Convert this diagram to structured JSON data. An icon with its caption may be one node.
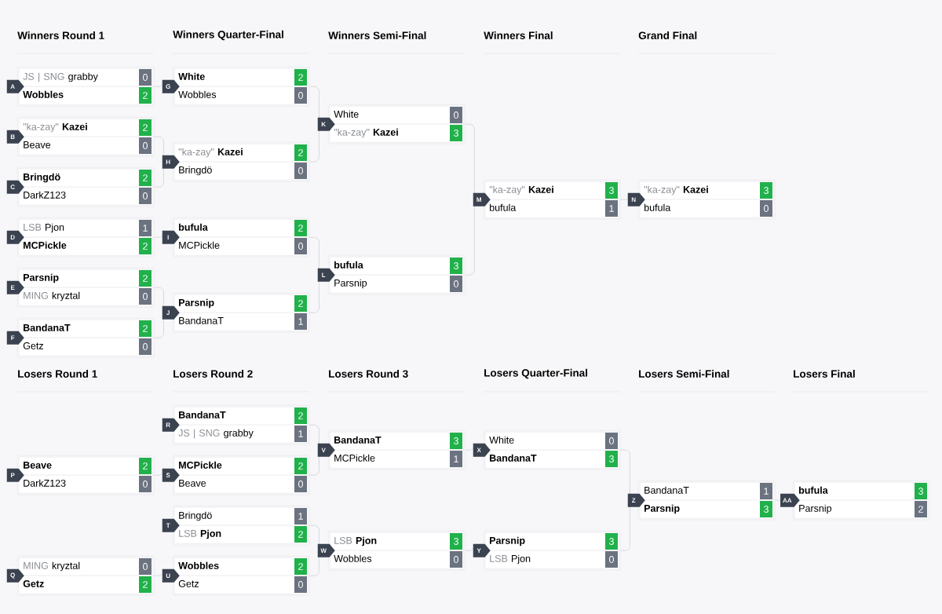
{
  "diagram": {
    "nodes": [
      {
        "text": [],
        "shape": "box",
        "beside": [
          "A"
        ]
      },
      {
        "text": [
          "JS | SNG",
          "grabby",
          "0"
        ],
        "in": 0
      },
      {
        "text": [
          "Wobbles",
          "2"
        ],
        "in": 0
      },
      {
        "text": [],
        "shape": "box",
        "beside": [
          "B"
        ]
      },
      {
        "text": [
          "\"ka-zay\"",
          "Kazei",
          "2"
        ],
        "in": 3
      },
      {
        "text": [
          "Beave",
          "0"
        ],
        "in": 3
      },
      {
        "text": [],
        "shape": "box",
        "beside": [
          "C"
        ]
      },
      {
        "text": [
          "Bringdö",
          "2"
        ],
        "in": 6
      },
      {
        "text": [
          "DarkZ123",
          "0"
        ],
        "in": 6
      },
      {
        "text": [],
        "shape": "box",
        "beside": [
          "D"
        ]
      },
      {
        "text": [
          "LSB",
          "Pjon",
          "1"
        ],
        "in": 9
      },
      {
        "text": [
          "MCPickle",
          "2"
        ],
        "in": 9
      },
      {
        "text": [],
        "shape": "box",
        "beside": [
          "E"
        ]
      },
      {
        "text": [
          "Parsnip",
          "2"
        ],
        "in": 12
      },
      {
        "text": [
          "MING",
          "kryztal",
          "0"
        ],
        "in": 12
      },
      {
        "text": [],
        "shape": "box",
        "beside": [
          "F"
        ]
      },
      {
        "text": [
          "BandanaT",
          "2"
        ],
        "in": 15
      },
      {
        "text": [
          "Getz",
          "0"
        ],
        "in": 15
      },
      {
        "text": [],
        "shape": "box",
        "beside": [
          "G"
        ]
      },
      {
        "text": [
          "White",
          "2"
        ],
        "in": 18
      },
      {
        "text": [
          "Wobbles",
          "0"
        ],
        "in": 18
      },
      {
        "text": [],
        "shape": "box",
        "beside": [
          "H"
        ]
      },
      {
        "text": [
          "\"ka-zay\"",
          "Kazei",
          "2"
        ],
        "in": 21
      },
      {
        "text": [
          "Bringdö",
          "0"
        ],
        "in": 21
      },
      {
        "text": [],
        "shape": "box",
        "beside": [
          "I"
        ]
      },
      {
        "text": [
          "bufula",
          "2"
        ],
        "in": 24
      },
      {
        "text": [
          "MCPickle",
          "0"
        ],
        "in": 24
      },
      {
        "text": [],
        "shape": "box",
        "beside": [
          "J"
        ]
      },
      {
        "text": [
          "Parsnip",
          "2"
        ],
        "in": 27
      },
      {
        "text": [
          "BandanaT",
          "1"
        ],
        "in": 27
      },
      {
        "text": [],
        "shape": "box",
        "beside": [
          "K"
        ]
      },
      {
        "text": [
          "White",
          "0"
        ],
        "in": 30
      },
      {
        "text": [
          "\"ka-zay\"",
          "Kazei",
          "3"
        ],
        "in": 30
      },
      {
        "text": [],
        "shape": "box",
        "beside": [
          "L"
        ]
      },
      {
        "text": [
          "bufula",
          "3"
        ],
        "in": 33
      },
      {
        "text": [
          "Parsnip",
          "0"
        ],
        "in": 33
      },
      {
        "text": [],
        "shape": "box",
        "beside": [
          "M"
        ]
      },
      {
        "text": [
          "\"ka-zay\"",
          "Kazei",
          "3"
        ],
        "in": 36
      },
      {
        "text": [
          "bufula",
          "1"
        ],
        "in": 36
      },
      {
        "text": [],
        "shape": "box",
        "beside": [
          "N"
        ]
      },
      {
        "text": [
          "\"ka-zay\"",
          "Kazei",
          "3"
        ],
        "in": 39
      },
      {
        "text": [
          "bufula",
          "0"
        ],
        "in": 39
      },
      {
        "text": [],
        "shape": "box",
        "beside": [
          "P"
        ]
      },
      {
        "text": [
          "Beave",
          "2"
        ],
        "in": 42
      },
      {
        "text": [
          "DarkZ123",
          "0"
        ],
        "in": 42
      },
      {
        "text": [],
        "shape": "box",
        "beside": [
          "Q"
        ]
      },
      {
        "text": [
          "MING",
          "kryztal",
          "0"
        ],
        "in": 45
      },
      {
        "text": [
          "Getz",
          "2"
        ],
        "in": 45
      },
      {
        "text": [],
        "shape": "box",
        "beside": [
          "R"
        ]
      },
      {
        "text": [
          "BandanaT",
          "2"
        ],
        "in": 48
      },
      {
        "text": [
          "JS | SNG",
          "grabby",
          "1"
        ],
        "in": 48
      },
      {
        "text": [],
        "shape": "box",
        "beside": [
          "S"
        ]
      },
      {
        "text": [
          "MCPickle",
          "2"
        ],
        "in": 51
      },
      {
        "text": [
          "Beave",
          "0"
        ],
        "in": 51
      },
      {
        "text": [],
        "shape": "box",
        "beside": [
          "T"
        ]
      },
      {
        "text": [
          "Bringdö",
          "1"
        ],
        "in": 54
      },
      {
        "text": [
          "LSB",
          "Pjon",
          "2"
        ],
        "in": 54
      },
      {
        "text": [],
        "shape": "box",
        "beside": [
          "U"
        ]
      },
      {
        "text": [
          "Wobbles",
          "2"
        ],
        "in": 57
      },
      {
        "text": [
          "Getz",
          "0"
        ],
        "in": 57
      },
      {
        "text": [],
        "shape": "box",
        "beside": [
          "V"
        ]
      },
      {
        "text": [
          "BandanaT",
          "3"
        ],
        "in": 60
      },
      {
        "text": [
          "MCPickle",
          "1"
        ],
        "in": 60
      },
      {
        "text": [],
        "shape": "box",
        "beside": [
          "W"
        ]
      },
      {
        "text": [
          "LSB",
          "Pjon",
          "3"
        ],
        "in": 63
      },
      {
        "text": [
          "Wobbles",
          "0"
        ],
        "in": 63
      },
      {
        "text": [],
        "shape": "box",
        "beside": [
          "X"
        ]
      },
      {
        "text": [
          "White",
          "0"
        ],
        "in": 66
      },
      {
        "text": [
          "BandanaT",
          "3"
        ],
        "in": 66
      },
      {
        "text": [],
        "shape": "box",
        "beside": [
          "Y"
        ]
      },
      {
        "text": [
          "Parsnip",
          "3"
        ],
        "in": 69
      },
      {
        "text": [
          "LSB",
          "Pjon",
          "0"
        ],
        "in": 69
      },
      {
        "text": [],
        "shape": "box",
        "beside": [
          "Z"
        ]
      },
      {
        "text": [
          "BandanaT",
          "1"
        ],
        "in": 72
      },
      {
        "text": [
          "Parsnip",
          "3"
        ],
        "in": 72
      },
      {
        "text": [],
        "shape": "box",
        "beside": [
          "AA"
        ]
      },
      {
        "text": [
          "bufula",
          "3"
        ],
        "in": 75
      },
      {
        "text": [
          "Parsnip",
          "2"
        ],
        "in": 75
      }
    ],
    "edges": [
      {
        "from": 0,
        "to": 18,
        "arrow": "none"
      },
      {
        "from": 3,
        "to": 21,
        "arrow": "none"
      },
      {
        "from": 6,
        "to": 21,
        "arrow": "none"
      },
      {
        "from": 9,
        "to": 24,
        "arrow": "none"
      },
      {
        "from": 12,
        "to": 27,
        "arrow": "none"
      },
      {
        "from": 15,
        "to": 27,
        "arrow": "none"
      },
      {
        "from": 18,
        "to": 30,
        "arrow": "none"
      },
      {
        "from": 21,
        "to": 30,
        "arrow": "none"
      },
      {
        "from": 24,
        "to": 33,
        "arrow": "none"
      },
      {
        "from": 27,
        "to": 33,
        "arrow": "none"
      },
      {
        "from": 30,
        "to": 36,
        "arrow": "none"
      },
      {
        "from": 33,
        "to": 36,
        "arrow": "none"
      },
      {
        "from": 36,
        "to": 39,
        "arrow": "none"
      },
      {
        "from": 42,
        "to": 51,
        "arrow": "none"
      },
      {
        "from": 45,
        "to": 57,
        "arrow": "none"
      },
      {
        "from": 48,
        "to": 60,
        "arrow": "none"
      },
      {
        "from": 51,
        "to": 60,
        "arrow": "none"
      },
      {
        "from": 54,
        "to": 63,
        "arrow": "none"
      },
      {
        "from": 57,
        "to": 63,
        "arrow": "none"
      },
      {
        "from": 60,
        "to": 66,
        "arrow": "none"
      },
      {
        "from": 63,
        "to": 69,
        "arrow": "none"
      },
      {
        "from": 66,
        "to": 72,
        "arrow": "none"
      },
      {
        "from": 69,
        "to": 72,
        "arrow": "none"
      },
      {
        "from": 72,
        "to": 75,
        "arrow": "none"
      }
    ],
    "labels": [
      "Winners Round 1",
      "Winners Quarter-Final",
      "Winners Semi-Final",
      "Winners Final",
      "Grand Final",
      "Losers Round 1",
      "Losers Round 2",
      "Losers Round 3",
      "Losers Quarter-Final",
      "Losers Semi-Final",
      "Losers Final"
    ]
  }
}
